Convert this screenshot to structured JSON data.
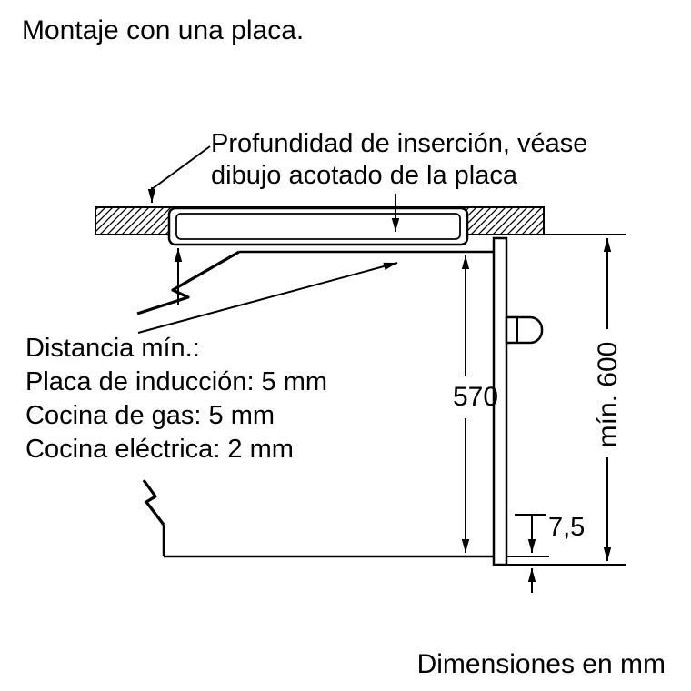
{
  "title": "Montaje con una placa.",
  "footer": "Dimensiones en mm",
  "insertion_note": {
    "line1": "Profundidad de inserción, véase",
    "line2": "dibujo acotado de la placa"
  },
  "min_distance": {
    "heading": "Distancia mín.:",
    "items": [
      "Placa de inducción: 5 mm",
      "Cocina de gas: 5 mm",
      "Cocina eléctrica: 2 mm"
    ]
  },
  "dimensions": {
    "oven_niche_height_mm": "570",
    "min_total_height": "mín. 600",
    "front_overhang_mm": "7,5"
  },
  "colors": {
    "line": "#000000",
    "background": "#ffffff",
    "text": "#000000"
  }
}
